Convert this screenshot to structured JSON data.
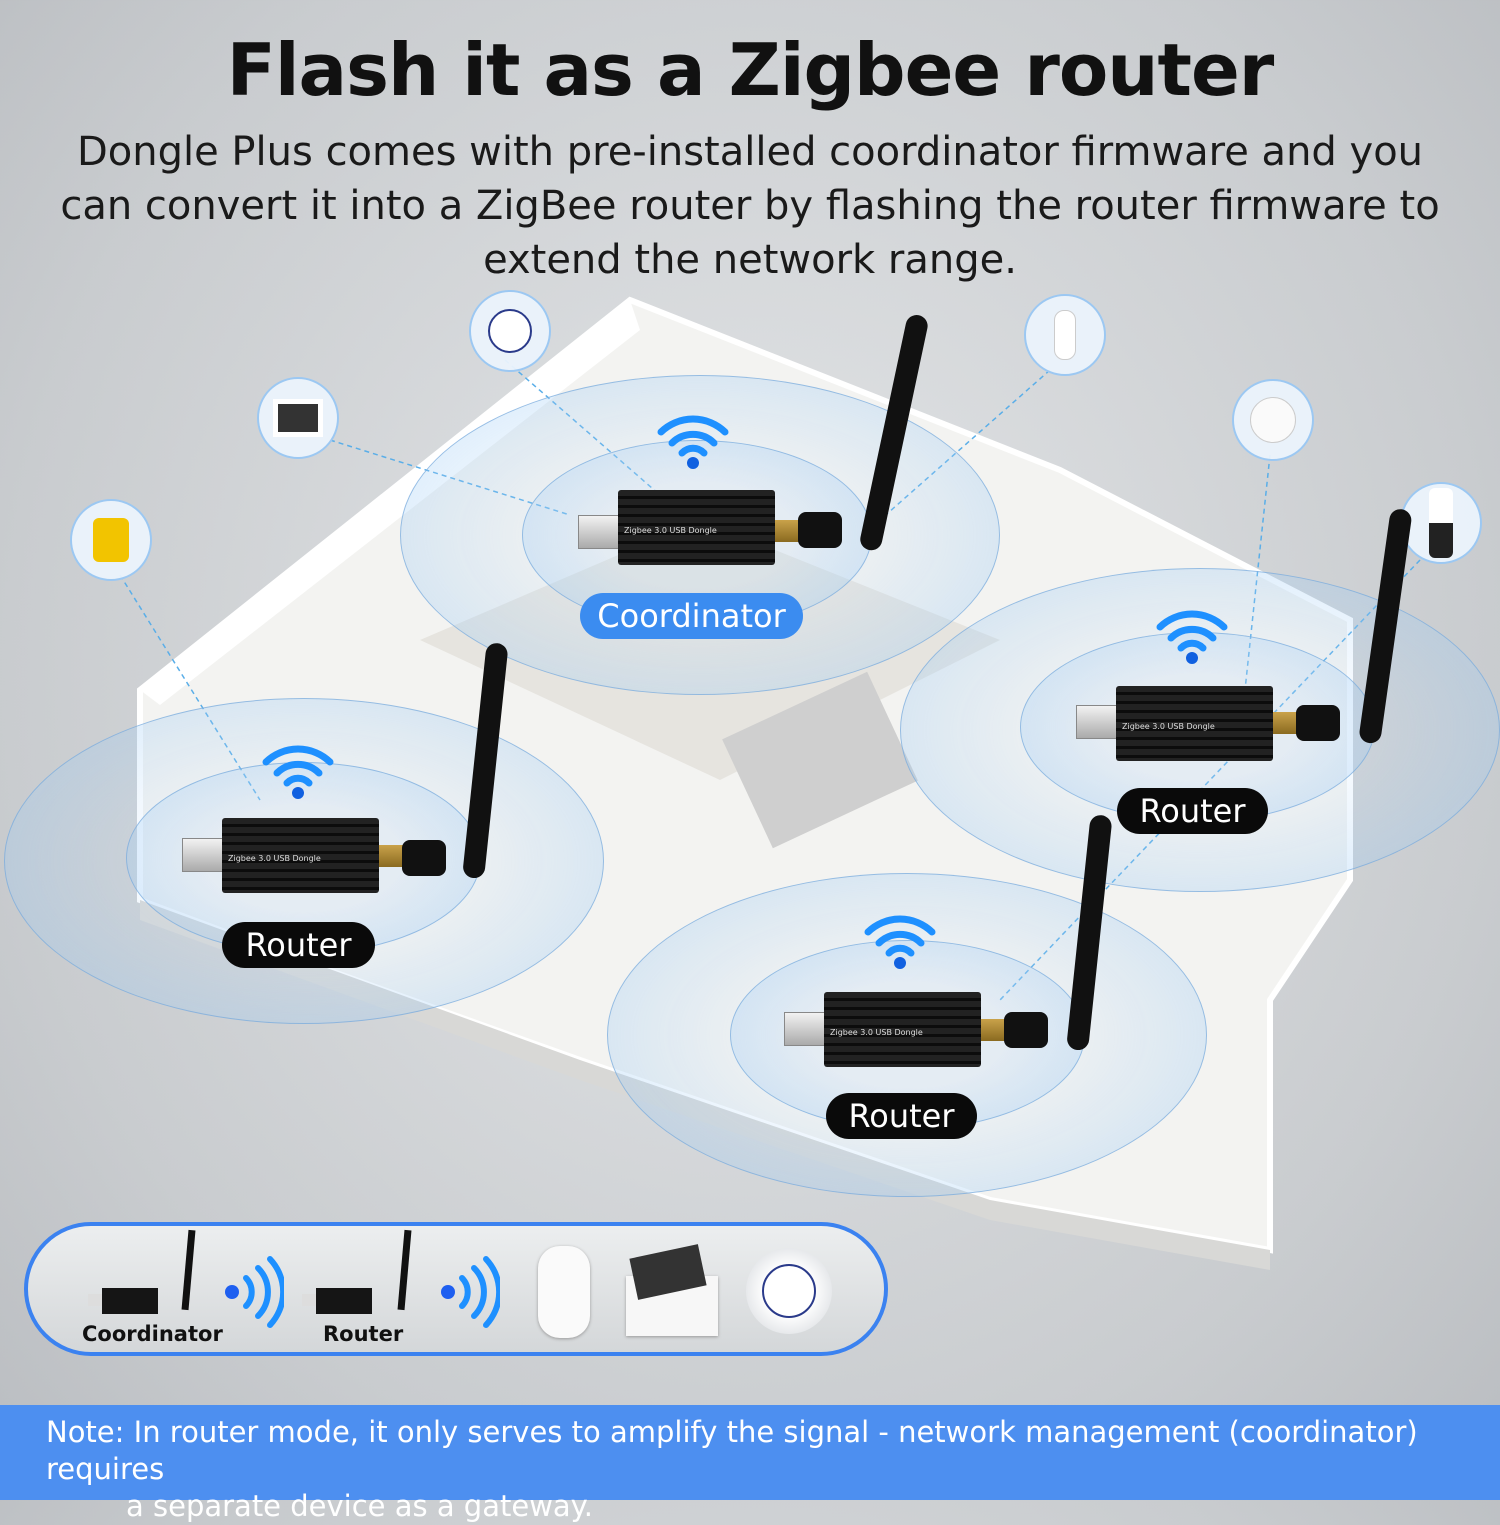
{
  "title": "Flash it as a Zigbee router",
  "subtitle": "Dongle Plus comes with pre-installed coordinator firmware and you can convert it into a ZigBee router by flashing the router firmware to extend the network range.",
  "dongle_text": "Zigbee 3.0 USB Dongle",
  "nodes": [
    {
      "label": "Coordinator"
    },
    {
      "label": "Router"
    },
    {
      "label": "Router"
    },
    {
      "label": "Router"
    }
  ],
  "legend": {
    "coordinator": "Coordinator",
    "router": "Router"
  },
  "note": {
    "line1": "Note: In router mode, it only serves to amplify the signal - network management (coordinator) requires",
    "line2": "a separate device as a gateway."
  },
  "colors": {
    "accent": "#3b8cf0",
    "note_bg": "#4d8ff0"
  }
}
